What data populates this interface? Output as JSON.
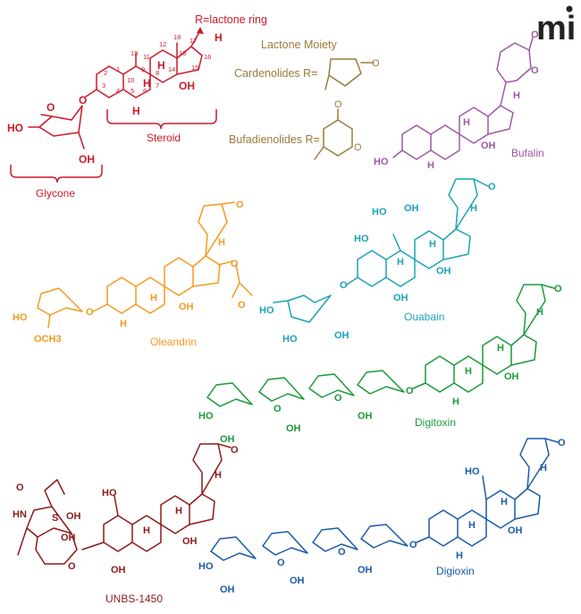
{
  "colors": {
    "red": "#cc1a2a",
    "olive": "#9a7b3c",
    "purple": "#9b5aa4",
    "orange": "#f39a1e",
    "teal": "#1aa3b5",
    "green": "#1a9a3a",
    "darkred": "#8b1a1a",
    "blue": "#1a5aa8",
    "logo": "#222222"
  },
  "logo": {
    "text": "mi"
  },
  "steroid_template": {
    "r_label": "R=lactone ring",
    "steroid_label": "Steroid",
    "glycone_label": "Glycone",
    "numbers": [
      "1",
      "2",
      "3",
      "4",
      "5",
      "6",
      "7",
      "8",
      "9",
      "10",
      "11",
      "12",
      "13",
      "14",
      "15",
      "16",
      "17",
      "18",
      "19"
    ],
    "labels": {
      "oh": "OH",
      "ho": "HO",
      "h": "H",
      "o": "O"
    }
  },
  "lactone": {
    "title": "Lactone Moiety",
    "cardenolides": "Cardenolides R=",
    "bufadienolides": "Bufadienolides R=",
    "o": "O"
  },
  "bufalin": {
    "name": "Bufalin",
    "ho": "HO",
    "oh": "OH",
    "h": "H",
    "o": "O"
  },
  "oleandrin": {
    "name": "Oleandrin",
    "ho": "HO",
    "och3": "OCH3",
    "oh": "OH",
    "h": "H",
    "o": "O"
  },
  "ouabain": {
    "name": "Ouabain",
    "ho": "HO",
    "oh": "OH",
    "h": "H",
    "o": "O"
  },
  "digitoxin": {
    "name": "Digitoxin",
    "ho": "HO",
    "oh": "OH",
    "h": "H",
    "o": "O"
  },
  "unbs": {
    "name": "UNBS-1450",
    "ho": "HO",
    "oh": "OH",
    "h": "H",
    "o": "O",
    "nh": "HN",
    "s": "S"
  },
  "digioxin": {
    "name": "Digioxin",
    "ho": "HO",
    "oh": "OH",
    "h": "H",
    "o": "O"
  }
}
